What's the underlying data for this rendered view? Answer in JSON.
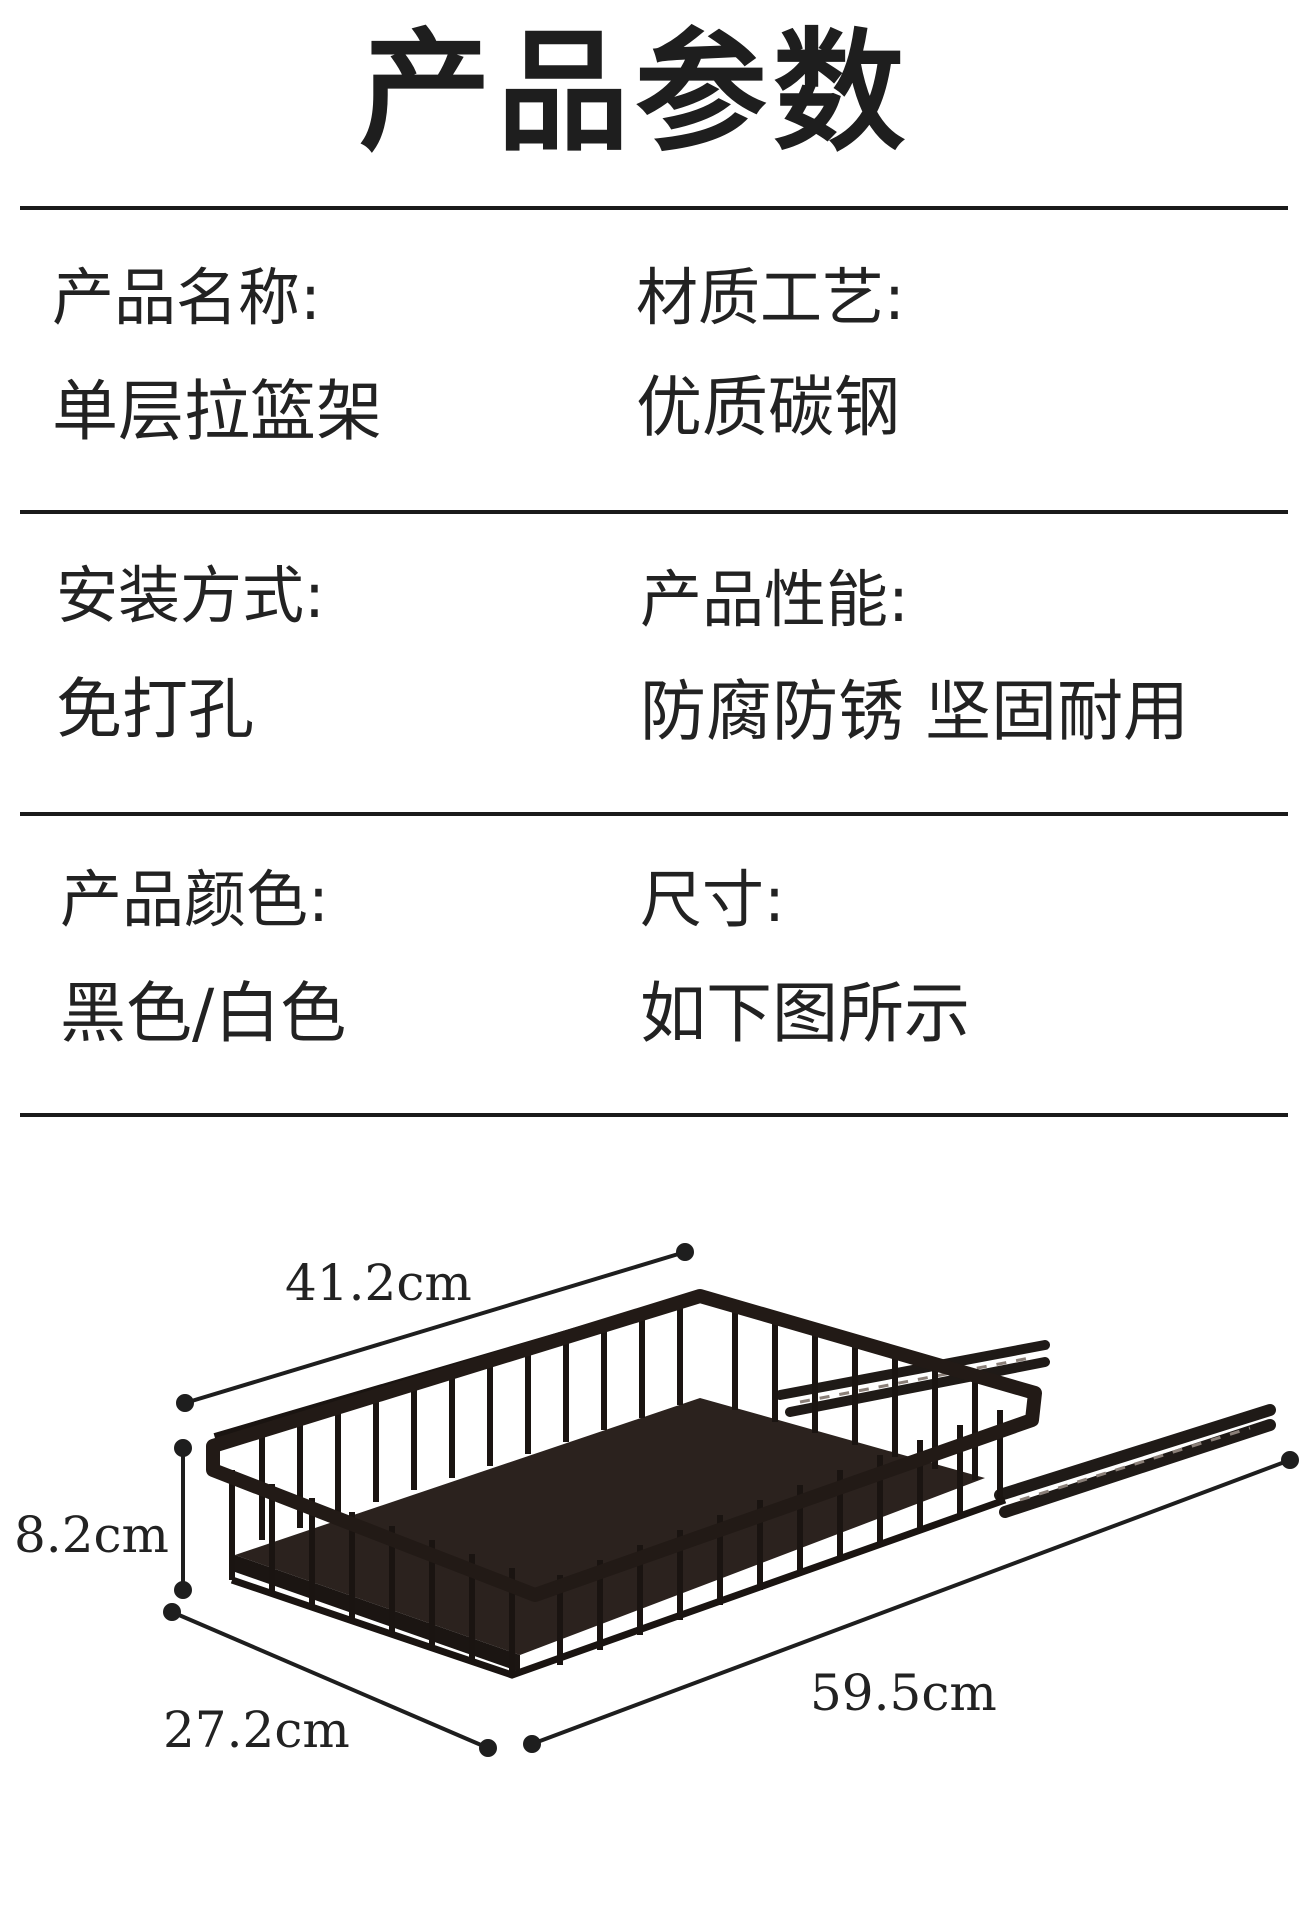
{
  "title": "产品参数",
  "specs": [
    {
      "label": "产品名称:",
      "value": "单层拉篮架"
    },
    {
      "label": "材质工艺:",
      "value": "优质碳钢"
    },
    {
      "label": "安装方式:",
      "value": "免打孔"
    },
    {
      "label": "产品性能:",
      "value": "防腐防锈 坚固耐用"
    },
    {
      "label": "产品颜色:",
      "value": "黑色/白色"
    },
    {
      "label": "尺寸:",
      "value": "如下图所示"
    }
  ],
  "dimensions": {
    "length": "41.2cm",
    "height": "8.2cm",
    "width": "27.2cm",
    "extended_length": "59.5cm"
  },
  "colors": {
    "text": "#222222",
    "rule": "#1a1a1a",
    "basket": "#2a211d"
  }
}
